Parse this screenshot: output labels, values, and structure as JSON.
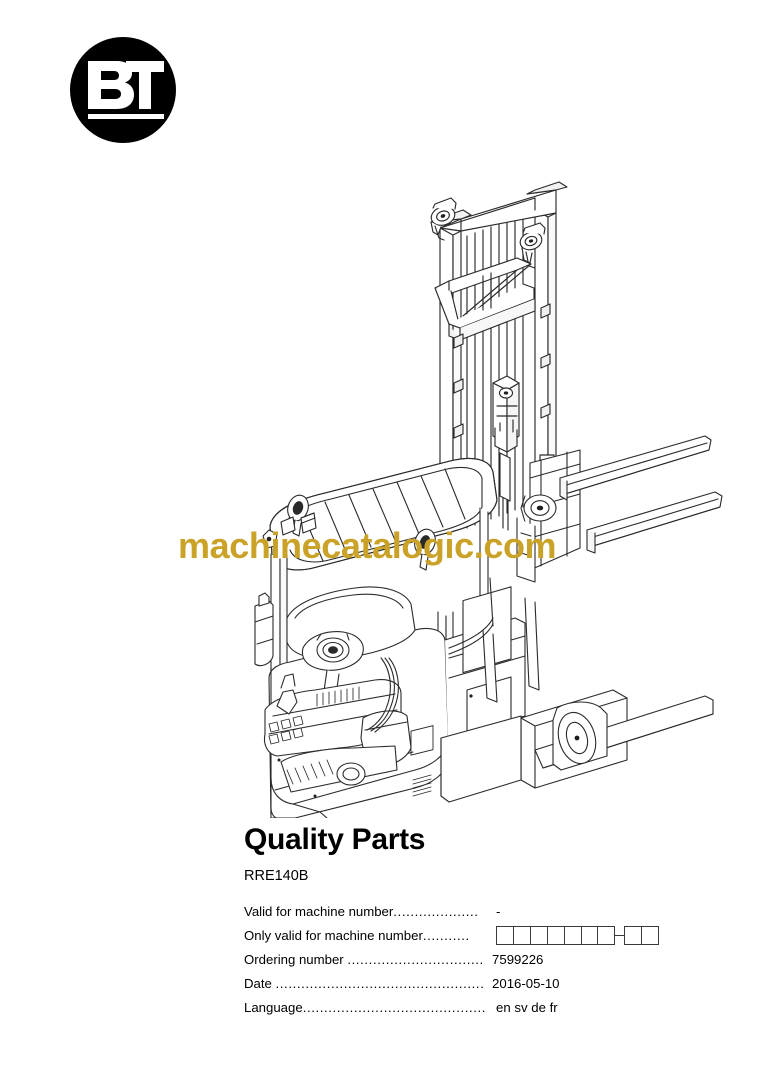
{
  "document": {
    "title": "Quality Parts",
    "model_code": "RRE140B",
    "brand": "BT",
    "watermark": "machinecatalogic.com",
    "watermark_color": "#c9a227",
    "background_color": "#ffffff"
  },
  "logo": {
    "name": "bt-logo",
    "letters": "BT",
    "circle_color": "#000000",
    "text_color": "#ffffff"
  },
  "illustration": {
    "name": "reach-truck-line-drawing",
    "alt": "Technical line drawing of BT RRE140B reach truck",
    "stroke_color": "#2b2b2b"
  },
  "meta": {
    "dots": "..................................................................................",
    "rows": [
      {
        "label": "Valid for machine number",
        "dots": "....................",
        "type": "text",
        "value": "-"
      },
      {
        "label": "Only valid for machine number",
        "dots": "...........",
        "type": "boxes",
        "value": "",
        "boxes_group1": 7,
        "boxes_group2": 2,
        "separator": "-"
      },
      {
        "label": "Ordering number ",
        "dots": "................................",
        "type": "text",
        "value": "7599226"
      },
      {
        "label": "Date ",
        "dots": ".................................................",
        "type": "text",
        "value": "2016-05-10"
      },
      {
        "label": "Language",
        "dots": "...........................................",
        "type": "text",
        "value": "en sv de fr"
      }
    ]
  }
}
